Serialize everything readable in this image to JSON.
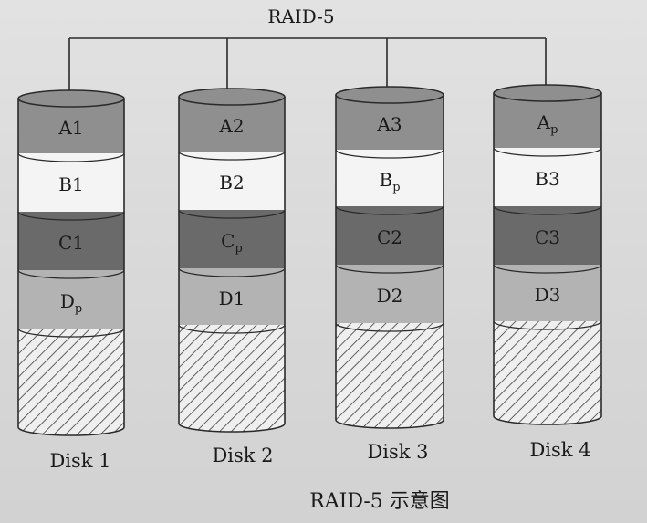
{
  "title": "RAID-5",
  "caption": "RAID-5 示意图",
  "colors": {
    "A": "#8f8f8f",
    "B": "#f4f4f4",
    "C": "#6a6a6a",
    "D": "#b3b3b3",
    "hatch_bg": "#efefef",
    "line": "#2a2a2a"
  },
  "disks": [
    {
      "label": "Disk 1",
      "blocks": [
        {
          "row": "A",
          "base": "A1",
          "sub": ""
        },
        {
          "row": "B",
          "base": "B1",
          "sub": ""
        },
        {
          "row": "C",
          "base": "C1",
          "sub": ""
        },
        {
          "row": "D",
          "base": "D",
          "sub": "p"
        }
      ]
    },
    {
      "label": "Disk 2",
      "blocks": [
        {
          "row": "A",
          "base": "A2",
          "sub": ""
        },
        {
          "row": "B",
          "base": "B2",
          "sub": ""
        },
        {
          "row": "C",
          "base": "C",
          "sub": "p"
        },
        {
          "row": "D",
          "base": "D1",
          "sub": ""
        }
      ]
    },
    {
      "label": "Disk 3",
      "blocks": [
        {
          "row": "A",
          "base": "A3",
          "sub": ""
        },
        {
          "row": "B",
          "base": "B",
          "sub": "p"
        },
        {
          "row": "C",
          "base": "C2",
          "sub": ""
        },
        {
          "row": "D",
          "base": "D2",
          "sub": ""
        }
      ]
    },
    {
      "label": "Disk 4",
      "blocks": [
        {
          "row": "A",
          "base": "A",
          "sub": "p"
        },
        {
          "row": "B",
          "base": "B3",
          "sub": ""
        },
        {
          "row": "C",
          "base": "C3",
          "sub": ""
        },
        {
          "row": "D",
          "base": "D3",
          "sub": ""
        }
      ]
    }
  ]
}
